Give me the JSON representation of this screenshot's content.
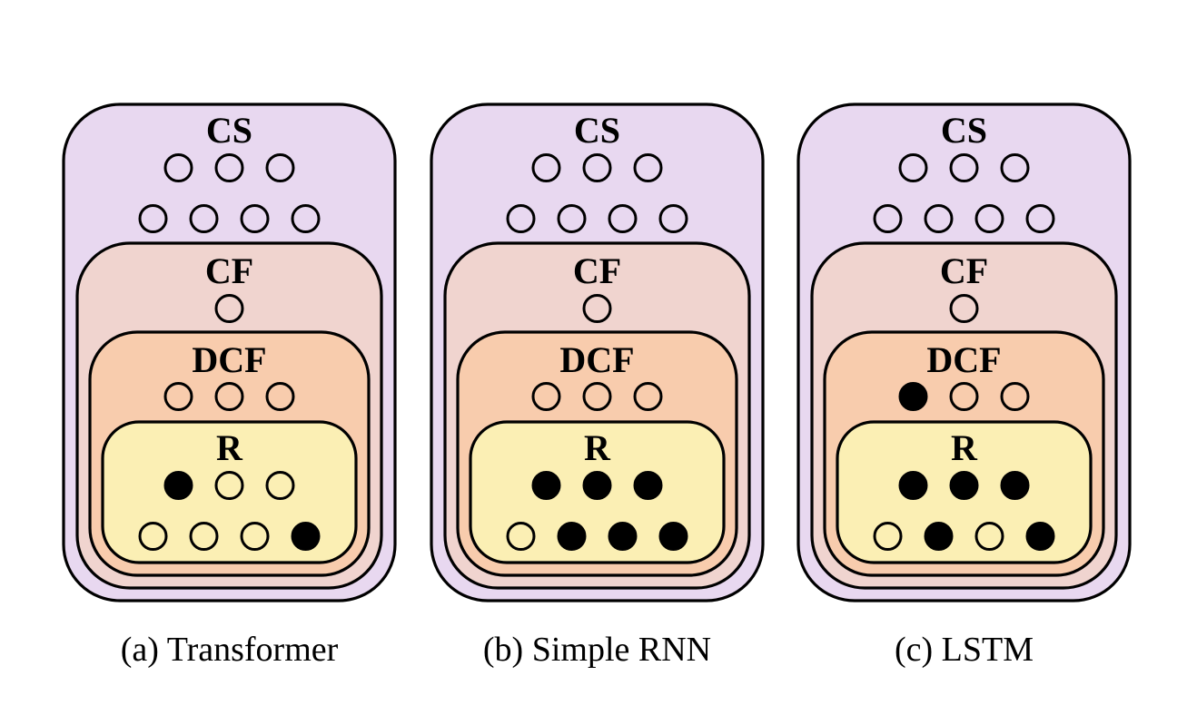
{
  "colors": {
    "CS": "#e8d8f0",
    "CF": "#f0d4cf",
    "DCF": "#f8ccad",
    "R": "#fbefb4",
    "filled": "#000000",
    "stroke": "#000000"
  },
  "legend_note": "filled circle = filled node; open circle = unfilled node",
  "panels": [
    {
      "caption": "(a) Transformer",
      "regions": {
        "CS": {
          "label": "CS",
          "rows": [
            [
              0,
              0,
              0
            ],
            [
              0,
              0,
              0,
              0
            ]
          ]
        },
        "CF": {
          "label": "CF",
          "rows": [
            [
              0
            ]
          ]
        },
        "DCF": {
          "label": "DCF",
          "rows": [
            [
              0,
              0,
              0
            ]
          ]
        },
        "R": {
          "label": "R",
          "rows": [
            [
              1,
              0,
              0
            ],
            [
              0,
              0,
              0,
              1
            ]
          ]
        }
      }
    },
    {
      "caption": "(b) Simple RNN",
      "regions": {
        "CS": {
          "label": "CS",
          "rows": [
            [
              0,
              0,
              0
            ],
            [
              0,
              0,
              0,
              0
            ]
          ]
        },
        "CF": {
          "label": "CF",
          "rows": [
            [
              0
            ]
          ]
        },
        "DCF": {
          "label": "DCF",
          "rows": [
            [
              0,
              0,
              0
            ]
          ]
        },
        "R": {
          "label": "R",
          "rows": [
            [
              1,
              1,
              1
            ],
            [
              0,
              1,
              1,
              1
            ]
          ]
        }
      }
    },
    {
      "caption": "(c) LSTM",
      "regions": {
        "CS": {
          "label": "CS",
          "rows": [
            [
              0,
              0,
              0
            ],
            [
              0,
              0,
              0,
              0
            ]
          ]
        },
        "CF": {
          "label": "CF",
          "rows": [
            [
              0
            ]
          ]
        },
        "DCF": {
          "label": "DCF",
          "rows": [
            [
              1,
              0,
              0
            ]
          ]
        },
        "R": {
          "label": "R",
          "rows": [
            [
              1,
              1,
              1
            ],
            [
              0,
              1,
              0,
              1
            ]
          ]
        }
      }
    }
  ]
}
